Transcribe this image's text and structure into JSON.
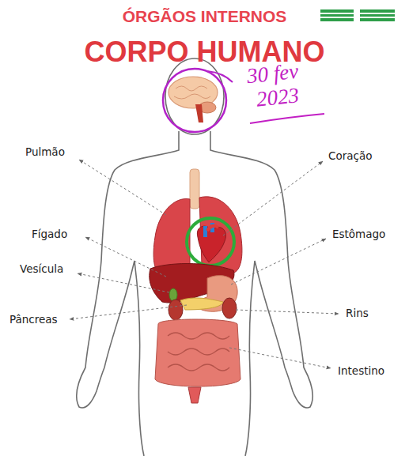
{
  "diagram": {
    "title": "ÓRGÃOS INTERNOS",
    "labels": [
      "CORPO HUMANO",
      "30 fev",
      "2023",
      "Pulmão",
      "Coração",
      "Fígado",
      "Estômago",
      "Vesícula",
      "Pâncreas",
      "Rins",
      "Intestino"
    ]
  }
}
